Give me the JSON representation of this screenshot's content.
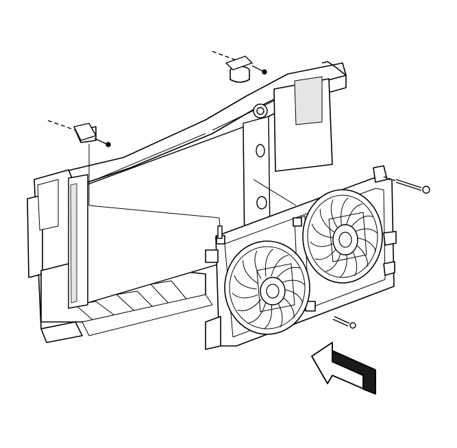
{
  "diagram": {
    "colors": {
      "ink": "#000000",
      "paper": "#ffffff",
      "shade": "#e6e6e6",
      "arrow_dark": "#1a1a1a"
    },
    "components": [
      "radiator-support",
      "radiator-core",
      "fan-shroud-assembly",
      "left-fan",
      "right-fan",
      "mounting-bolts",
      "direction-arrow"
    ]
  }
}
